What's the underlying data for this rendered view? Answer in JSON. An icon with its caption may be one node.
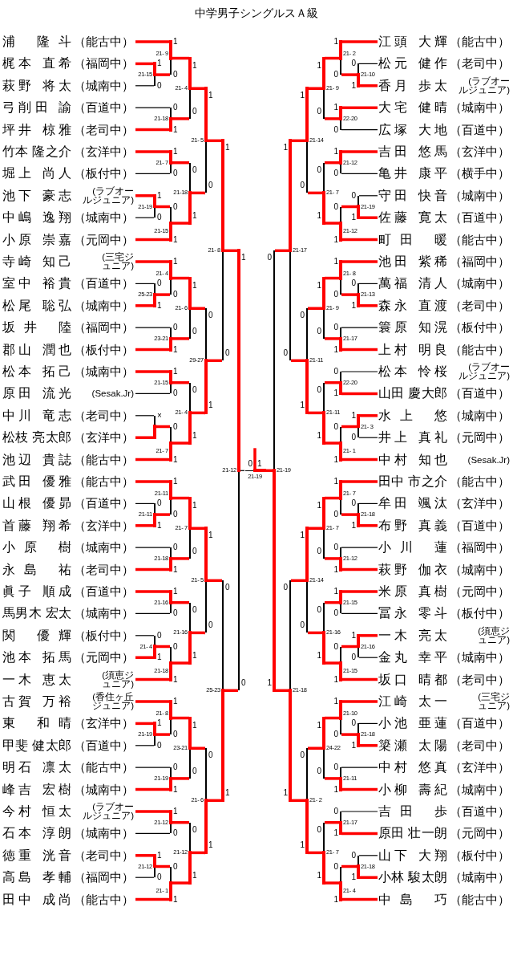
{
  "diagram": {
    "title": "中学男子シングルスＡ級",
    "nodes": [
      {
        "text": [
          "浦 隆斗",
          "（能古中）"
        ]
      },
      {
        "text": [
          "梶本 直希",
          "（福岡中）"
        ]
      },
      {
        "text": [
          "萩野 将太",
          "（城南中）"
        ]
      },
      {
        "text": [
          "弓削田 諭",
          "（百道中）"
        ]
      },
      {
        "text": [
          "坪井 椋雅",
          "（老司中）"
        ]
      },
      {
        "text": [
          "竹本 隆之介",
          "（玄洋中）"
        ]
      },
      {
        "text": [
          "堀上 尚人",
          "（板付中）"
        ]
      },
      {
        "text": [
          "池下 豪志",
          "(ラブオールジュニア)"
        ]
      },
      {
        "text": [
          "中嶋 逸翔",
          "（城南中）"
        ]
      },
      {
        "text": [
          "小原 崇嘉",
          "（元岡中）"
        ]
      },
      {
        "text": [
          "寺崎 知己",
          "(三宅ジュニア)"
        ]
      },
      {
        "text": [
          "室中 裕貴",
          "（百道中）"
        ]
      },
      {
        "text": [
          "松尾 聡弘",
          "（城南中）"
        ]
      },
      {
        "text": [
          "坂井 陸",
          "（福岡中）"
        ]
      },
      {
        "text": [
          "郡山 潤也",
          "（板付中）"
        ]
      },
      {
        "text": [
          "松本 拓己",
          "（城南中）"
        ]
      },
      {
        "text": [
          "原田 流光",
          "(Sesak.Jr)"
        ]
      },
      {
        "text": [
          "中川 竜志",
          "（老司中）"
        ]
      },
      {
        "text": [
          "松枝 亮太郎",
          "（玄洋中）"
        ]
      },
      {
        "text": [
          "池辺 貴誌",
          "（能古中）"
        ]
      },
      {
        "text": [
          "武田 優雅",
          "（能古中）"
        ]
      },
      {
        "text": [
          "山根 優昴",
          "（百道中）"
        ]
      },
      {
        "text": [
          "首藤 翔希",
          "（玄洋中）"
        ]
      },
      {
        "text": [
          "小原 樹",
          "（城南中）"
        ]
      },
      {
        "text": [
          "永島 祐",
          "（老司中）"
        ]
      },
      {
        "text": [
          "眞子 順成",
          "（百道中）"
        ]
      },
      {
        "text": [
          "馬男木 宏太",
          "（城南中）"
        ]
      },
      {
        "text": [
          "関 優輝",
          "（板付中）"
        ]
      },
      {
        "text": [
          "池本 拓馬",
          "（元岡中）"
        ]
      },
      {
        "text": [
          "一木 恵太",
          "(須恵ジュニア)"
        ]
      },
      {
        "text": [
          "古賀 万裕",
          "(香住ヶ丘ジュニア)"
        ]
      },
      {
        "text": [
          "東 和晴",
          "（玄洋中）"
        ]
      },
      {
        "text": [
          "甲斐 健太郎",
          "（百道中）"
        ]
      },
      {
        "text": [
          "明石 凛太",
          "（能古中）"
        ]
      },
      {
        "text": [
          "峰吉 宏樹",
          "（城南中）"
        ]
      },
      {
        "text": [
          "今村 恒太",
          "(ラブオールジュニア)"
        ]
      },
      {
        "text": [
          "石本 淳朗",
          "（城南中）"
        ]
      },
      {
        "text": [
          "徳重 洸音",
          "（老司中）"
        ]
      },
      {
        "text": [
          "高島 孝輔",
          "（福岡中）"
        ]
      },
      {
        "text": [
          "田中 成尚",
          "（能古中）"
        ]
      },
      {
        "text": [
          "江頭 大輝",
          "（能古中）"
        ]
      },
      {
        "text": [
          "松元 健作",
          "（老司中）"
        ]
      },
      {
        "text": [
          "香月 歩太",
          "(ラブオールジュニア)"
        ]
      },
      {
        "text": [
          "大宅 健晴",
          "（城南中）"
        ]
      },
      {
        "text": [
          "広塚 大地",
          "（百道中）"
        ]
      },
      {
        "text": [
          "吉田 悠馬",
          "（玄洋中）"
        ]
      },
      {
        "text": [
          "亀井 康平",
          "（横手中）"
        ]
      },
      {
        "text": [
          "守田 快音",
          "（城南中）"
        ]
      },
      {
        "text": [
          "佐藤 寛太",
          "（百道中）"
        ]
      },
      {
        "text": [
          "町田 暖",
          "（能古中）"
        ]
      },
      {
        "text": [
          "池田 紫稀",
          "（福岡中）"
        ]
      },
      {
        "text": [
          "萬福 清人",
          "（城南中）"
        ]
      },
      {
        "text": [
          "森永 直渡",
          "（老司中）"
        ]
      },
      {
        "text": [
          "簑原 知滉",
          "（板付中）"
        ]
      },
      {
        "text": [
          "上村 明良",
          "（能古中）"
        ]
      },
      {
        "text": [
          "松本 怜桜",
          "(ラブオールジュニア)"
        ]
      },
      {
        "text": [
          "山田 慶大郎",
          "（百道中）"
        ]
      },
      {
        "text": [
          "水上 悠",
          "（城南中）"
        ]
      },
      {
        "text": [
          "井上 真礼",
          "（元岡中）"
        ]
      },
      {
        "text": [
          "中村 知也",
          "(Sesak.Jr)"
        ]
      },
      {
        "text": [
          "田中 市之介",
          "（能古中）"
        ]
      },
      {
        "text": [
          "牟田 颯汰",
          "（玄洋中）"
        ]
      },
      {
        "text": [
          "布野 真義",
          "（百道中）"
        ]
      },
      {
        "text": [
          "小川 蓮",
          "（福岡中）"
        ]
      },
      {
        "text": [
          "萩野 伽衣",
          "（城南中）"
        ]
      },
      {
        "text": [
          "米原 真樹",
          "（元岡中）"
        ]
      },
      {
        "text": [
          "冨永 零斗",
          "（板付中）"
        ]
      },
      {
        "text": [
          "一木 亮太",
          "(須恵ジュニア)"
        ]
      },
      {
        "text": [
          "金丸 幸平",
          "（城南中）"
        ]
      },
      {
        "text": [
          "坂口 晴都",
          "（老司中）"
        ]
      },
      {
        "text": [
          "江崎 太一",
          "(三宅ジュニア)"
        ]
      },
      {
        "text": [
          "小池 亜蓮",
          "（百道中）"
        ]
      },
      {
        "text": [
          "簗瀬 太陽",
          "（老司中）"
        ]
      },
      {
        "text": [
          "中村 悠真",
          "（玄洋中）"
        ]
      },
      {
        "text": [
          "小柳 壽紀",
          "（城南中）"
        ]
      },
      {
        "text": [
          "吉田 歩",
          "（百道中）"
        ]
      },
      {
        "text": [
          "原田 壮一朗",
          "（元岡中）"
        ]
      },
      {
        "text": [
          "山下 大翔",
          "（板付中）"
        ]
      },
      {
        "text": [
          "小林 駿太朗",
          "（城南中）"
        ]
      },
      {
        "text": [
          "中島 巧",
          "（能古中）"
        ]
      },
      {
        "text": [],
        "shape": "bar",
        "beside": [
          "21-15"
        ]
      },
      {
        "text": [],
        "shape": "bar",
        "beside": [
          "21-19"
        ]
      },
      {
        "text": [],
        "shape": "bar",
        "beside": [
          "25-23"
        ]
      },
      {
        "text": [],
        "shape": "bar"
      },
      {
        "text": [],
        "shape": "bar",
        "beside": [
          "21-11"
        ]
      },
      {
        "text": [],
        "shape": "bar",
        "beside": [
          "21- 4"
        ]
      },
      {
        "text": [],
        "shape": "bar",
        "beside": [
          "21-19"
        ]
      },
      {
        "text": [],
        "shape": "bar",
        "beside": [
          "21-12"
        ]
      },
      {
        "text": [],
        "shape": "bar",
        "beside": [
          "21- 9"
        ]
      },
      {
        "text": [],
        "shape": "bar",
        "beside": [
          "21-18"
        ]
      },
      {
        "text": [],
        "shape": "bar",
        "beside": [
          "21- 7"
        ]
      },
      {
        "text": [],
        "shape": "bar",
        "beside": [
          "21-15"
        ]
      },
      {
        "text": [],
        "shape": "bar",
        "beside": [
          "21- 4"
        ]
      },
      {
        "text": [],
        "shape": "bar",
        "beside": [
          "23-21"
        ]
      },
      {
        "text": [],
        "shape": "bar",
        "beside": [
          "21-15"
        ]
      },
      {
        "text": [],
        "shape": "bar",
        "beside": [
          "21- 7"
        ]
      },
      {
        "text": [],
        "shape": "bar",
        "beside": [
          "21-11"
        ]
      },
      {
        "text": [],
        "shape": "bar",
        "beside": [
          "21-18"
        ]
      },
      {
        "text": [],
        "shape": "bar",
        "beside": [
          "21-16"
        ]
      },
      {
        "text": [],
        "shape": "bar",
        "beside": [
          "21-18"
        ]
      },
      {
        "text": [],
        "shape": "bar",
        "beside": [
          "21- 8"
        ]
      },
      {
        "text": [],
        "shape": "bar",
        "beside": [
          "21-19"
        ]
      },
      {
        "text": [],
        "shape": "bar",
        "beside": [
          "21-12"
        ]
      },
      {
        "text": [],
        "shape": "bar",
        "beside": [
          "21- 1"
        ]
      },
      {
        "text": [],
        "shape": "bar",
        "beside": [
          "21- 4"
        ]
      },
      {
        "text": [],
        "shape": "bar",
        "beside": [
          "21-18"
        ]
      },
      {
        "text": [],
        "shape": "bar",
        "beside": [
          "21- 6"
        ]
      },
      {
        "text": [],
        "shape": "bar",
        "beside": [
          "21- 4"
        ]
      },
      {
        "text": [],
        "shape": "bar",
        "beside": [
          "21- 7"
        ]
      },
      {
        "text": [],
        "shape": "bar",
        "beside": [
          "21-16"
        ]
      },
      {
        "text": [],
        "shape": "bar",
        "beside": [
          "23-21"
        ]
      },
      {
        "text": [],
        "shape": "bar",
        "beside": [
          "21-12"
        ]
      },
      {
        "text": [],
        "shape": "bar",
        "beside": [
          "21- 5"
        ]
      },
      {
        "text": [],
        "shape": "bar",
        "beside": [
          "29-27"
        ]
      },
      {
        "text": [],
        "shape": "bar",
        "beside": [
          "21- 5"
        ]
      },
      {
        "text": [],
        "shape": "bar",
        "beside": [
          "21- 6"
        ]
      },
      {
        "text": [],
        "shape": "bar",
        "beside": [
          "21- 8"
        ]
      },
      {
        "text": [],
        "shape": "bar",
        "beside": [
          "25-23"
        ]
      },
      {
        "text": [],
        "shape": "bar",
        "beside": [
          "21-12"
        ]
      },
      {
        "text": [],
        "shape": "bar",
        "beside": [
          "21-19"
        ]
      },
      {
        "text": [],
        "shape": "bar",
        "beside": [
          "21-19"
        ]
      },
      {
        "text": [],
        "shape": "bar",
        "beside": [
          "21-17"
        ]
      },
      {
        "text": [],
        "shape": "bar",
        "beside": [
          "21-18"
        ]
      },
      {
        "text": [],
        "shape": "bar",
        "beside": [
          "21-14"
        ]
      },
      {
        "text": [],
        "shape": "bar",
        "beside": [
          "21-11"
        ]
      },
      {
        "text": [],
        "shape": "bar",
        "beside": [
          "21-14"
        ]
      },
      {
        "text": [],
        "shape": "bar",
        "beside": [
          "21- 2"
        ]
      },
      {
        "text": [],
        "shape": "bar",
        "beside": [
          "21- 9"
        ]
      },
      {
        "text": [],
        "shape": "bar",
        "beside": [
          "21- 7"
        ]
      },
      {
        "text": [],
        "shape": "bar",
        "beside": [
          "21- 9"
        ]
      },
      {
        "text": [],
        "shape": "bar",
        "beside": [
          "21-11"
        ]
      },
      {
        "text": [],
        "shape": "bar",
        "beside": [
          "21- 7"
        ]
      },
      {
        "text": [],
        "shape": "bar",
        "beside": [
          "21-16"
        ]
      },
      {
        "text": [],
        "shape": "bar",
        "beside": [
          "24-22"
        ]
      },
      {
        "text": [],
        "shape": "bar",
        "beside": [
          "21- 7"
        ]
      },
      {
        "text": [],
        "shape": "bar",
        "beside": [
          "21- 2"
        ]
      },
      {
        "text": [],
        "shape": "bar",
        "beside": [
          "22-20"
        ]
      },
      {
        "text": [],
        "shape": "bar",
        "beside": [
          "21-12"
        ]
      },
      {
        "text": [],
        "shape": "bar",
        "beside": [
          "21-12"
        ]
      },
      {
        "text": [],
        "shape": "bar",
        "beside": [
          "21- 8"
        ]
      },
      {
        "text": [],
        "shape": "bar",
        "beside": [
          "21-17"
        ]
      },
      {
        "text": [],
        "shape": "bar",
        "beside": [
          "22-20"
        ]
      },
      {
        "text": [],
        "shape": "bar",
        "beside": [
          "21- 1"
        ]
      },
      {
        "text": [],
        "shape": "bar",
        "beside": [
          "21- 7"
        ]
      },
      {
        "text": [],
        "shape": "bar",
        "beside": [
          "21-12"
        ]
      },
      {
        "text": [],
        "shape": "bar",
        "beside": [
          "21-15"
        ]
      },
      {
        "text": [],
        "shape": "bar",
        "beside": [
          "21-15"
        ]
      },
      {
        "text": [],
        "shape": "bar",
        "beside": [
          "21-10"
        ]
      },
      {
        "text": [],
        "shape": "bar",
        "beside": [
          "21-11"
        ]
      },
      {
        "text": [],
        "shape": "bar",
        "beside": [
          "21-17"
        ]
      },
      {
        "text": [],
        "shape": "bar",
        "beside": [
          "21- 4"
        ]
      },
      {
        "text": [],
        "shape": "bar",
        "beside": [
          "21-10"
        ]
      },
      {
        "text": [],
        "shape": "bar",
        "beside": [
          "21-19"
        ]
      },
      {
        "text": [],
        "shape": "bar",
        "beside": [
          "21-13"
        ]
      },
      {
        "text": [],
        "shape": "bar",
        "beside": [
          "21- 3"
        ]
      },
      {
        "text": [],
        "shape": "bar",
        "beside": [
          "21-18"
        ]
      },
      {
        "text": [],
        "shape": "bar",
        "beside": [
          "21-16"
        ]
      },
      {
        "text": [],
        "shape": "bar",
        "beside": [
          "21-18"
        ]
      },
      {
        "text": [],
        "shape": "bar",
        "beside": [
          "21-18"
        ]
      }
    ],
    "edges": [
      {
        "from": 1,
        "to": 80,
        "arrow": "none",
        "label": "1"
      },
      {
        "from": 2,
        "to": 80,
        "arrow": "none",
        "label": "0",
        "color": "#000000"
      },
      {
        "from": 7,
        "to": 81,
        "arrow": "none",
        "label": "1"
      },
      {
        "from": 8,
        "to": 81,
        "arrow": "none",
        "label": "0",
        "color": "#000000"
      },
      {
        "from": 12,
        "to": 82,
        "arrow": "none",
        "label": "1"
      },
      {
        "from": 11,
        "to": 82,
        "arrow": "none",
        "label": "0",
        "color": "#000000"
      },
      {
        "from": 18,
        "to": 83,
        "arrow": "none"
      },
      {
        "from": 17,
        "to": 83,
        "arrow": "none",
        "label": "×",
        "color": "#000000"
      },
      {
        "from": 22,
        "to": 84,
        "arrow": "none",
        "label": "1"
      },
      {
        "from": 21,
        "to": 84,
        "arrow": "none",
        "label": "0",
        "color": "#000000"
      },
      {
        "from": 28,
        "to": 85,
        "arrow": "none",
        "label": "1"
      },
      {
        "from": 27,
        "to": 85,
        "arrow": "none",
        "label": "0",
        "color": "#000000"
      },
      {
        "from": 31,
        "to": 86,
        "arrow": "none",
        "label": "1"
      },
      {
        "from": 32,
        "to": 86,
        "arrow": "none",
        "label": "0",
        "color": "#000000"
      },
      {
        "from": 37,
        "to": 87,
        "arrow": "none",
        "label": "1"
      },
      {
        "from": 38,
        "to": 87,
        "arrow": "none",
        "label": "0",
        "color": "#000000"
      },
      {
        "from": 0,
        "to": 88,
        "arrow": "none",
        "label": "1"
      },
      {
        "from": 80,
        "to": 88,
        "arrow": "none",
        "label": "0"
      },
      {
        "from": 4,
        "to": 89,
        "arrow": "none",
        "label": "1"
      },
      {
        "from": 3,
        "to": 89,
        "arrow": "none",
        "label": "0",
        "color": "#000000"
      },
      {
        "from": 5,
        "to": 90,
        "arrow": "none",
        "label": "1"
      },
      {
        "from": 6,
        "to": 90,
        "arrow": "none",
        "label": "0",
        "color": "#000000"
      },
      {
        "from": 9,
        "to": 91,
        "arrow": "none",
        "label": "1"
      },
      {
        "from": 81,
        "to": 91,
        "arrow": "none",
        "label": "0"
      },
      {
        "from": 10,
        "to": 92,
        "arrow": "none",
        "label": "1"
      },
      {
        "from": 82,
        "to": 92,
        "arrow": "none",
        "label": "0"
      },
      {
        "from": 14,
        "to": 93,
        "arrow": "none",
        "label": "1"
      },
      {
        "from": 13,
        "to": 93,
        "arrow": "none",
        "label": "0",
        "color": "#000000"
      },
      {
        "from": 15,
        "to": 94,
        "arrow": "none",
        "label": "1"
      },
      {
        "from": 16,
        "to": 94,
        "arrow": "none",
        "label": "0",
        "color": "#000000"
      },
      {
        "from": 19,
        "to": 95,
        "arrow": "none",
        "label": "1"
      },
      {
        "from": 83,
        "to": 95,
        "arrow": "none",
        "label": "0"
      },
      {
        "from": 20,
        "to": 96,
        "arrow": "none",
        "label": "1"
      },
      {
        "from": 84,
        "to": 96,
        "arrow": "none",
        "label": "0"
      },
      {
        "from": 24,
        "to": 97,
        "arrow": "none",
        "label": "1"
      },
      {
        "from": 23,
        "to": 97,
        "arrow": "none",
        "label": "0",
        "color": "#000000"
      },
      {
        "from": 25,
        "to": 98,
        "arrow": "none",
        "label": "1"
      },
      {
        "from": 26,
        "to": 98,
        "arrow": "none",
        "label": "0",
        "color": "#000000"
      },
      {
        "from": 29,
        "to": 99,
        "arrow": "none",
        "label": "1"
      },
      {
        "from": 85,
        "to": 99,
        "arrow": "none",
        "label": "0"
      },
      {
        "from": 30,
        "to": 100,
        "arrow": "none",
        "label": "1"
      },
      {
        "from": 86,
        "to": 100,
        "arrow": "none",
        "label": "0"
      },
      {
        "from": 34,
        "to": 101,
        "arrow": "none",
        "label": "1"
      },
      {
        "from": 33,
        "to": 101,
        "arrow": "none",
        "label": "0",
        "color": "#000000"
      },
      {
        "from": 35,
        "to": 102,
        "arrow": "none",
        "label": "1"
      },
      {
        "from": 36,
        "to": 102,
        "arrow": "none",
        "label": "0",
        "color": "#000000"
      },
      {
        "from": 39,
        "to": 103,
        "arrow": "none",
        "label": "1"
      },
      {
        "from": 87,
        "to": 103,
        "arrow": "none",
        "label": "0"
      },
      {
        "from": 88,
        "to": 104,
        "arrow": "none",
        "label": "1"
      },
      {
        "from": 89,
        "to": 104,
        "arrow": "none",
        "label": "0"
      },
      {
        "from": 91,
        "to": 105,
        "arrow": "none",
        "label": "1"
      },
      {
        "from": 90,
        "to": 105,
        "arrow": "none",
        "label": "0"
      },
      {
        "from": 92,
        "to": 106,
        "arrow": "none",
        "label": "1"
      },
      {
        "from": 93,
        "to": 106,
        "arrow": "none",
        "label": "0"
      },
      {
        "from": 95,
        "to": 107,
        "arrow": "none",
        "label": "1"
      },
      {
        "from": 94,
        "to": 107,
        "arrow": "none",
        "label": "0"
      },
      {
        "from": 96,
        "to": 108,
        "arrow": "none",
        "label": "1"
      },
      {
        "from": 97,
        "to": 108,
        "arrow": "none",
        "label": "0"
      },
      {
        "from": 99,
        "to": 109,
        "arrow": "none",
        "label": "1"
      },
      {
        "from": 98,
        "to": 109,
        "arrow": "none",
        "label": "0"
      },
      {
        "from": 100,
        "to": 110,
        "arrow": "none",
        "label": "1"
      },
      {
        "from": 101,
        "to": 110,
        "arrow": "none",
        "label": "0"
      },
      {
        "from": 103,
        "to": 111,
        "arrow": "none",
        "label": "1"
      },
      {
        "from": 102,
        "to": 111,
        "arrow": "none",
        "label": "0"
      },
      {
        "from": 104,
        "to": 112,
        "arrow": "none",
        "label": "1"
      },
      {
        "from": 105,
        "to": 112,
        "arrow": "none",
        "label": "0"
      },
      {
        "from": 107,
        "to": 113,
        "arrow": "none",
        "label": "1"
      },
      {
        "from": 106,
        "to": 113,
        "arrow": "none",
        "label": "0"
      },
      {
        "from": 108,
        "to": 114,
        "arrow": "none",
        "label": "1"
      },
      {
        "from": 109,
        "to": 114,
        "arrow": "none",
        "label": "0"
      },
      {
        "from": 111,
        "to": 115,
        "arrow": "none",
        "label": "1"
      },
      {
        "from": 110,
        "to": 115,
        "arrow": "none",
        "label": "0"
      },
      {
        "from": 112,
        "to": 116,
        "arrow": "none",
        "label": "1"
      },
      {
        "from": 113,
        "to": 116,
        "arrow": "none",
        "label": "0"
      },
      {
        "from": 115,
        "to": 117,
        "arrow": "none",
        "label": "1"
      },
      {
        "from": 114,
        "to": 117,
        "arrow": "none",
        "label": "0"
      },
      {
        "from": 116,
        "to": 118,
        "arrow": "none",
        "label": "1"
      },
      {
        "from": 117,
        "to": 118,
        "arrow": "none",
        "label": "0"
      },
      {
        "from": 120,
        "to": 119,
        "arrow": "none",
        "label": "1"
      },
      {
        "from": 118,
        "to": 119,
        "arrow": "none",
        "label": "0",
        "color": "#000000"
      },
      {
        "from": 119,
        "to": null,
        "arrow": "none"
      },
      {
        "from": 122,
        "to": 120,
        "arrow": "none",
        "label": "1"
      },
      {
        "from": 121,
        "to": 120,
        "arrow": "none",
        "label": "0"
      },
      {
        "from": 123,
        "to": 121,
        "arrow": "none",
        "label": "1"
      },
      {
        "from": 124,
        "to": 121,
        "arrow": "none",
        "label": "0"
      },
      {
        "from": 126,
        "to": 122,
        "arrow": "none",
        "label": "1"
      },
      {
        "from": 125,
        "to": 122,
        "arrow": "none",
        "label": "0"
      },
      {
        "from": 127,
        "to": 123,
        "arrow": "none",
        "label": "1"
      },
      {
        "from": 128,
        "to": 123,
        "arrow": "none",
        "label": "0"
      },
      {
        "from": 130,
        "to": 124,
        "arrow": "none",
        "label": "1"
      },
      {
        "from": 129,
        "to": 124,
        "arrow": "none",
        "label": "0"
      },
      {
        "from": 131,
        "to": 125,
        "arrow": "none",
        "label": "1"
      },
      {
        "from": 132,
        "to": 125,
        "arrow": "none",
        "label": "0"
      },
      {
        "from": 134,
        "to": 126,
        "arrow": "none",
        "label": "1"
      },
      {
        "from": 133,
        "to": 126,
        "arrow": "none",
        "label": "0"
      },
      {
        "from": 135,
        "to": 127,
        "arrow": "none",
        "label": "1"
      },
      {
        "from": 136,
        "to": 127,
        "arrow": "none",
        "label": "0"
      },
      {
        "from": 138,
        "to": 128,
        "arrow": "none",
        "label": "1"
      },
      {
        "from": 137,
        "to": 128,
        "arrow": "none",
        "label": "0"
      },
      {
        "from": 139,
        "to": 129,
        "arrow": "none",
        "label": "1"
      },
      {
        "from": 140,
        "to": 129,
        "arrow": "none",
        "label": "0"
      },
      {
        "from": 142,
        "to": 130,
        "arrow": "none",
        "label": "1"
      },
      {
        "from": 141,
        "to": 130,
        "arrow": "none",
        "label": "0"
      },
      {
        "from": 143,
        "to": 131,
        "arrow": "none",
        "label": "1"
      },
      {
        "from": 144,
        "to": 131,
        "arrow": "none",
        "label": "0"
      },
      {
        "from": 146,
        "to": 132,
        "arrow": "none",
        "label": "1"
      },
      {
        "from": 145,
        "to": 132,
        "arrow": "none",
        "label": "0"
      },
      {
        "from": 147,
        "to": 133,
        "arrow": "none",
        "label": "1"
      },
      {
        "from": 148,
        "to": 133,
        "arrow": "none",
        "label": "0"
      },
      {
        "from": 150,
        "to": 134,
        "arrow": "none",
        "label": "1"
      },
      {
        "from": 149,
        "to": 134,
        "arrow": "none",
        "label": "0"
      },
      {
        "from": 40,
        "to": 135,
        "arrow": "none",
        "label": "1"
      },
      {
        "from": 151,
        "to": 135,
        "arrow": "none",
        "label": "0"
      },
      {
        "from": 43,
        "to": 136,
        "arrow": "none",
        "label": "1"
      },
      {
        "from": 44,
        "to": 136,
        "arrow": "none",
        "label": "0",
        "color": "#000000"
      },
      {
        "from": 45,
        "to": 137,
        "arrow": "none",
        "label": "1"
      },
      {
        "from": 46,
        "to": 137,
        "arrow": "none",
        "label": "0",
        "color": "#000000"
      },
      {
        "from": 49,
        "to": 138,
        "arrow": "none",
        "label": "1"
      },
      {
        "from": 152,
        "to": 138,
        "arrow": "none",
        "label": "0"
      },
      {
        "from": 50,
        "to": 139,
        "arrow": "none",
        "label": "1"
      },
      {
        "from": 153,
        "to": 139,
        "arrow": "none",
        "label": "0"
      },
      {
        "from": 54,
        "to": 140,
        "arrow": "none",
        "label": "1"
      },
      {
        "from": 53,
        "to": 140,
        "arrow": "none",
        "label": "0",
        "color": "#000000"
      },
      {
        "from": 56,
        "to": 141,
        "arrow": "none",
        "label": "1"
      },
      {
        "from": 55,
        "to": 141,
        "arrow": "none",
        "label": "0",
        "color": "#000000"
      },
      {
        "from": 59,
        "to": 142,
        "arrow": "none",
        "label": "1"
      },
      {
        "from": 154,
        "to": 142,
        "arrow": "none",
        "label": "0"
      },
      {
        "from": 60,
        "to": 143,
        "arrow": "none",
        "label": "1"
      },
      {
        "from": 155,
        "to": 143,
        "arrow": "none",
        "label": "0"
      },
      {
        "from": 64,
        "to": 144,
        "arrow": "none",
        "label": "1"
      },
      {
        "from": 63,
        "to": 144,
        "arrow": "none",
        "label": "0",
        "color": "#000000"
      },
      {
        "from": 65,
        "to": 145,
        "arrow": "none",
        "label": "1"
      },
      {
        "from": 66,
        "to": 145,
        "arrow": "none",
        "label": "0",
        "color": "#000000"
      },
      {
        "from": 69,
        "to": 146,
        "arrow": "none",
        "label": "1"
      },
      {
        "from": 156,
        "to": 146,
        "arrow": "none",
        "label": "0"
      },
      {
        "from": 70,
        "to": 147,
        "arrow": "none",
        "label": "1"
      },
      {
        "from": 157,
        "to": 147,
        "arrow": "none",
        "label": "0"
      },
      {
        "from": 74,
        "to": 148,
        "arrow": "none",
        "label": "1"
      },
      {
        "from": 73,
        "to": 148,
        "arrow": "none",
        "label": "0",
        "color": "#000000"
      },
      {
        "from": 76,
        "to": 149,
        "arrow": "none",
        "label": "1"
      },
      {
        "from": 75,
        "to": 149,
        "arrow": "none",
        "label": "0",
        "color": "#000000"
      },
      {
        "from": 79,
        "to": 150,
        "arrow": "none",
        "label": "1"
      },
      {
        "from": 158,
        "to": 150,
        "arrow": "none",
        "label": "0"
      },
      {
        "from": 42,
        "to": 151,
        "arrow": "none",
        "label": "1"
      },
      {
        "from": 41,
        "to": 151,
        "arrow": "none",
        "label": "0",
        "color": "#000000"
      },
      {
        "from": 48,
        "to": 152,
        "arrow": "none",
        "label": "1"
      },
      {
        "from": 47,
        "to": 152,
        "arrow": "none",
        "label": "0",
        "color": "#000000"
      },
      {
        "from": 52,
        "to": 153,
        "arrow": "none",
        "label": "1"
      },
      {
        "from": 51,
        "to": 153,
        "arrow": "none",
        "label": "0",
        "color": "#000000"
      },
      {
        "from": 57,
        "to": 154,
        "arrow": "none",
        "label": "1"
      },
      {
        "from": 58,
        "to": 154,
        "arrow": "none",
        "label": "0",
        "color": "#000000"
      },
      {
        "from": 62,
        "to": 155,
        "arrow": "none",
        "label": "1"
      },
      {
        "from": 61,
        "to": 155,
        "arrow": "none",
        "label": "0",
        "color": "#000000"
      },
      {
        "from": 67,
        "to": 156,
        "arrow": "none",
        "label": "1"
      },
      {
        "from": 68,
        "to": 156,
        "arrow": "none",
        "label": "0",
        "color": "#000000"
      },
      {
        "from": 72,
        "to": 157,
        "arrow": "none",
        "label": "1"
      },
      {
        "from": 71,
        "to": 157,
        "arrow": "none",
        "label": "0",
        "color": "#000000"
      },
      {
        "from": 78,
        "to": 158,
        "arrow": "none",
        "label": "1"
      },
      {
        "from": 77,
        "to": 158,
        "arrow": "none",
        "label": "0",
        "color": "#000000"
      }
    ]
  }
}
